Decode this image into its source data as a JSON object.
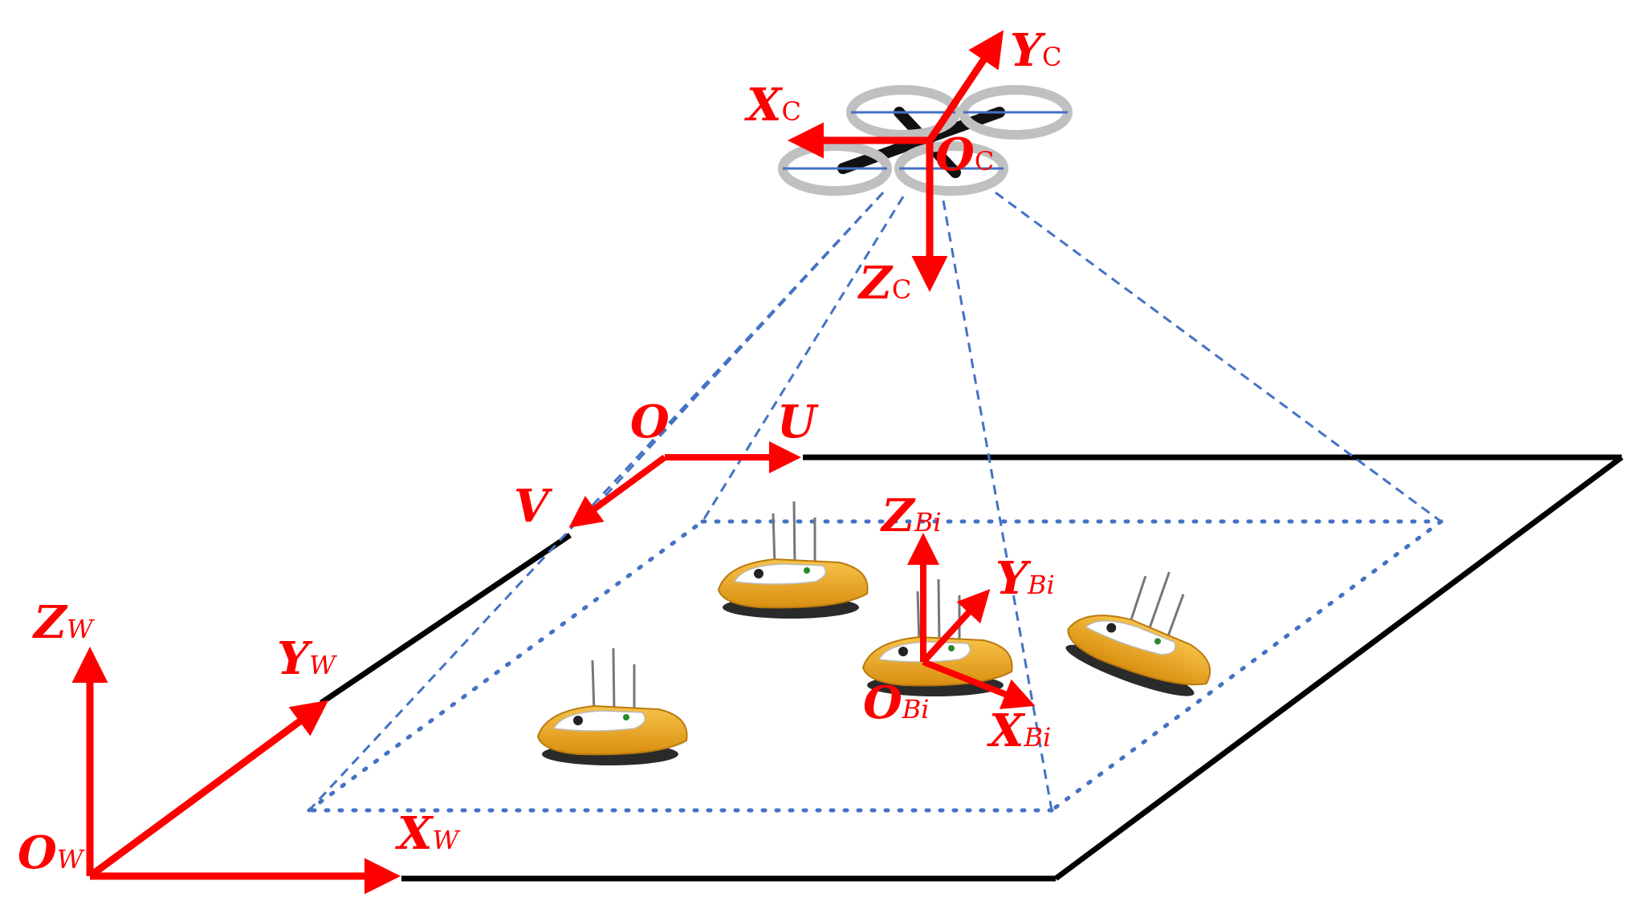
{
  "colors": {
    "axis": "#ff0000",
    "plane": "#000000",
    "frustum": "#4472c4",
    "boat_hull": "#f2b01e",
    "boat_deck": "#ffffff",
    "drone_ring": "#c0c0c0"
  },
  "labels": {
    "camera": {
      "x_main": "X",
      "x_sub": "C",
      "y_main": "Y",
      "y_sub": "C",
      "z_main": "Z",
      "z_sub": "C",
      "o_main": "O",
      "o_sub": "C"
    },
    "image": {
      "o": "O",
      "u": "U",
      "v": "V"
    },
    "world": {
      "x_main": "X",
      "x_sub": "W",
      "y_main": "Y",
      "y_sub": "W",
      "z_main": "Z",
      "z_sub": "W",
      "o_main": "O",
      "o_sub": "W"
    },
    "boat": {
      "x_main": "X",
      "x_sub": "Bi",
      "y_main": "Y",
      "y_sub": "Bi",
      "z_main": "Z",
      "z_sub": "Bi",
      "o_main": "O",
      "o_sub": "Bi"
    }
  },
  "icons": {
    "drone": "quadrotor-drone-icon",
    "boat": "unmanned-surface-vessel-icon"
  }
}
